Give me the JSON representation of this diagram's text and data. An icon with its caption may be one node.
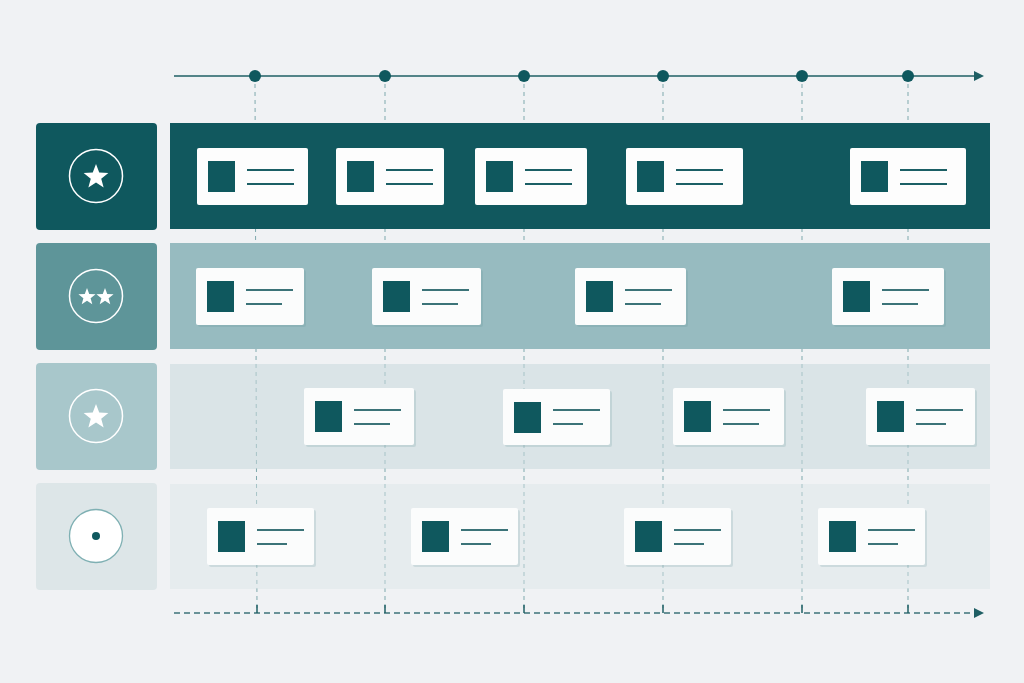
{
  "diagram": {
    "nodes": [
      {
        "text": [],
        "shape": "box"
      },
      {
        "text": [],
        "shape": "bar"
      },
      {
        "text": [],
        "shape": "box",
        "in": 1
      },
      {
        "text": [],
        "shape": "box",
        "in": 1
      },
      {
        "text": [],
        "shape": "box",
        "in": 1
      },
      {
        "text": [],
        "shape": "box",
        "in": 1
      },
      {
        "text": [],
        "shape": "box",
        "in": 1
      },
      {
        "text": [],
        "shape": "box"
      },
      {
        "text": [],
        "shape": "bar"
      },
      {
        "text": [],
        "shape": "box",
        "in": 8
      },
      {
        "text": [],
        "shape": "box",
        "in": 8
      },
      {
        "text": [],
        "shape": "box",
        "in": 8
      },
      {
        "text": [],
        "shape": "box",
        "in": 8
      },
      {
        "text": [],
        "shape": "box"
      },
      {
        "text": [],
        "shape": "bar"
      },
      {
        "text": [],
        "shape": "box",
        "in": 14
      },
      {
        "text": [],
        "shape": "box",
        "in": 14
      },
      {
        "text": [],
        "shape": "box",
        "in": 14
      },
      {
        "text": [],
        "shape": "box",
        "in": 14
      },
      {
        "text": [],
        "shape": "box"
      },
      {
        "text": [],
        "shape": "bar"
      },
      {
        "text": [],
        "shape": "box",
        "in": 20
      },
      {
        "text": [],
        "shape": "box",
        "in": 20
      },
      {
        "text": [],
        "shape": "box",
        "in": 20
      },
      {
        "text": [],
        "shape": "box",
        "in": 20
      }
    ]
  }
}
